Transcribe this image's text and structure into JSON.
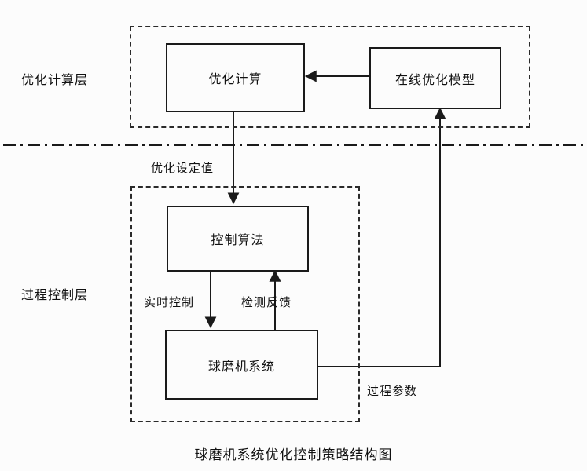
{
  "diagram": {
    "layers": {
      "optimization": {
        "label": "优化计算层"
      },
      "process_control": {
        "label": "过程控制层"
      }
    },
    "nodes": {
      "opt_compute": {
        "label": "优化计算"
      },
      "online_model": {
        "label": "在线优化模型"
      },
      "control_algo": {
        "label": "控制算法"
      },
      "ball_mill": {
        "label": "球磨机系统"
      }
    },
    "edge_labels": {
      "setpoint": "优化设定值",
      "realtime_control": "实时控制",
      "feedback": "检测反馈",
      "process_params": "过程参数"
    },
    "caption": "球磨机系统优化控制策略结构图",
    "colors": {
      "line": "#1a1a1a",
      "background": "#fcfcfc",
      "text": "#111111"
    }
  }
}
